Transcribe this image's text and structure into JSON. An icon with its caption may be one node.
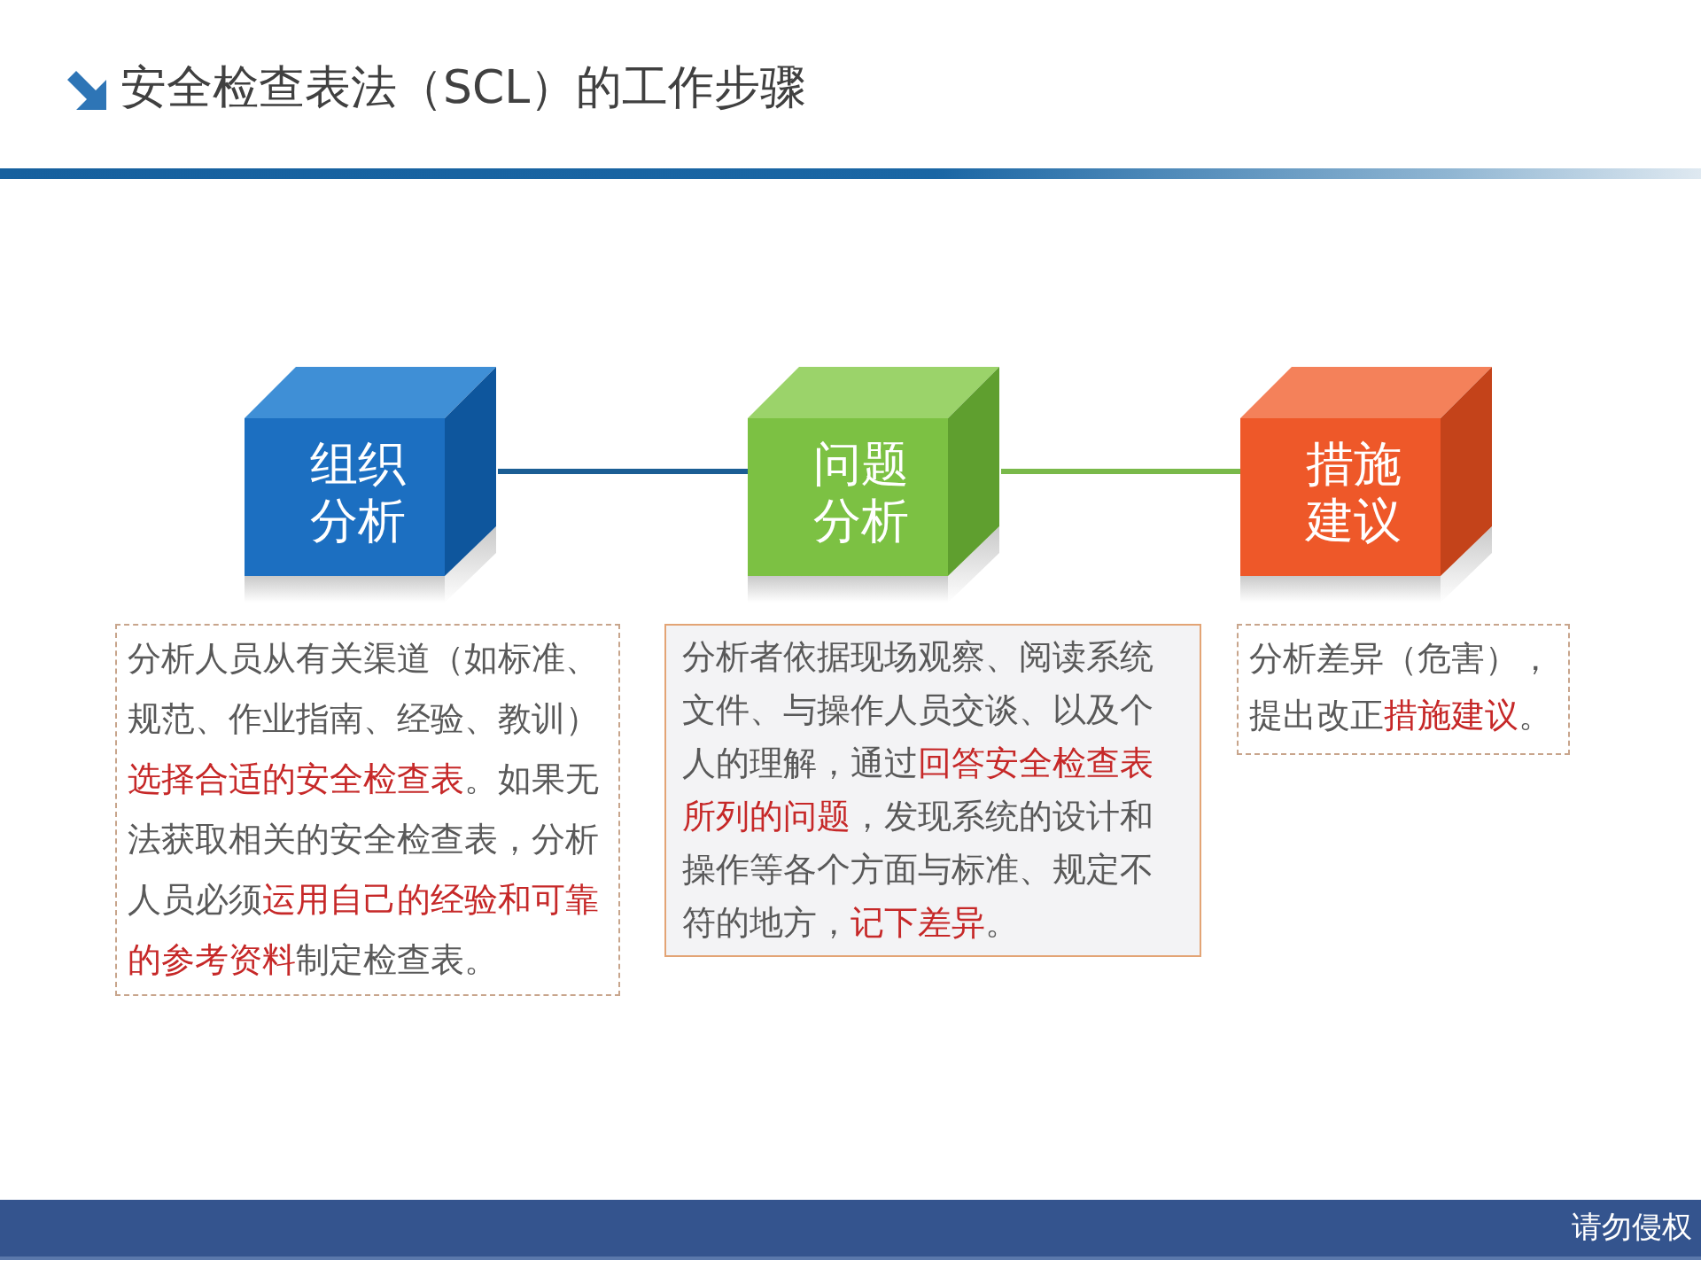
{
  "diagram": {
    "title": "安全检查表法（SCL）的工作步骤",
    "nodes": [
      {
        "text": [
          "组织分析"
        ]
      },
      {
        "text": [
          "问题分析"
        ]
      },
      {
        "text": [
          "措施建议"
        ]
      },
      {
        "text": [
          "分析人员从有关渠道（如标准、规范、作业指南、经验、教训）选择合适的安全检查表。如果无法获取相关的安全检查表，分析人员必须运用自己的经验和可靠的参考资料制定检查表。"
        ]
      },
      {
        "text": [
          "分析者依据现场观察、阅读系统文件、与操作人员交谈、以及个人的理解，通过回答安全检查表所列的问题，发现系统的设计和操作等各个方面与标准、规定不符的地方，记下差异。"
        ]
      },
      {
        "text": [
          "分析差异（危害），提出改正措施建议。"
        ]
      }
    ],
    "edges": [
      {
        "from": 0,
        "to": 1,
        "arrow": "none",
        "color": "#1b5e94"
      },
      {
        "from": 1,
        "to": 2,
        "arrow": "none",
        "color": "#79b94a"
      }
    ],
    "labels": [
      "请勿侵权"
    ]
  }
}
